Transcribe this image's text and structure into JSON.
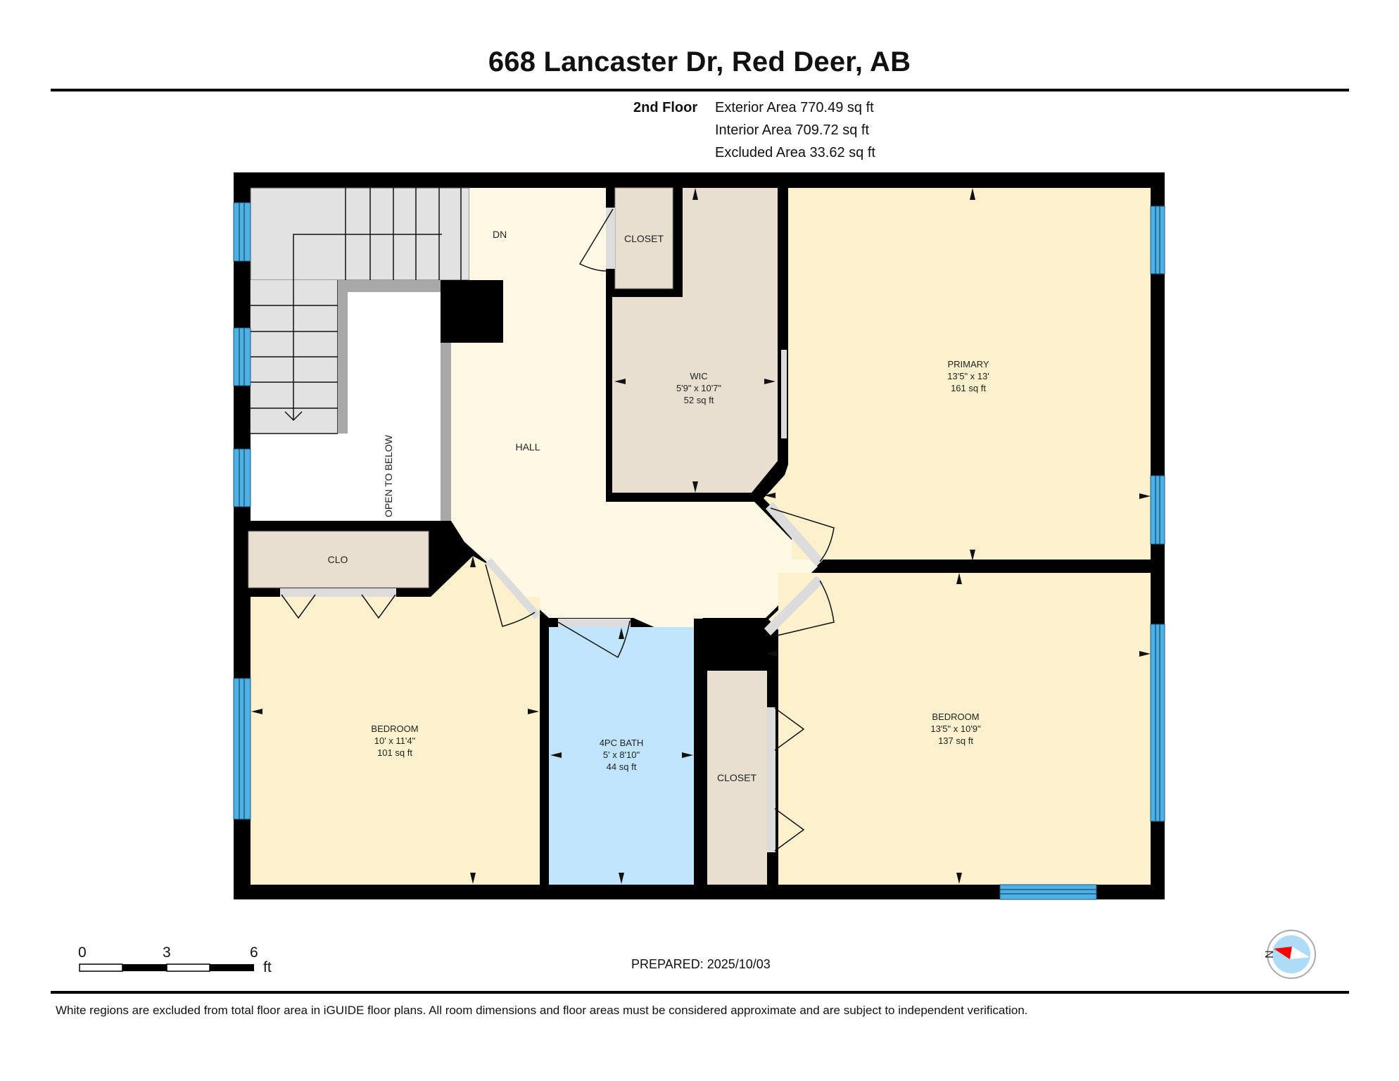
{
  "header": {
    "title": "668 Lancaster Dr, Red Deer, AB"
  },
  "floor_info": {
    "floor_label": "2nd Floor",
    "exterior_area": "Exterior Area 770.49 sq ft",
    "interior_area": "Interior Area 709.72 sq ft",
    "excluded_area": "Excluded Area 33.62 sq ft"
  },
  "rooms": [
    {
      "name": "PRIMARY",
      "dims": "13'5\" x 13'",
      "area": "161 sq ft"
    },
    {
      "name": "WIC",
      "dims": "5'9\" x 10'7\"",
      "area": "52 sq ft"
    },
    {
      "name": "BEDROOM",
      "dims": "10' x 11'4\"",
      "area": "101 sq ft"
    },
    {
      "name": "4PC BATH",
      "dims": "5' x 8'10\"",
      "area": "44 sq ft"
    },
    {
      "name": "BEDROOM",
      "dims": "13'5\" x 10'9\"",
      "area": "137 sq ft"
    }
  ],
  "labels": {
    "hall": "HALL",
    "dn": "DN",
    "open_to_below": "OPEN TO BELOW",
    "closet_top": "CLOSET",
    "clo": "CLO",
    "closet_bottom": "CLOSET"
  },
  "scale_bar": {
    "ticks": [
      "0",
      "3",
      "6"
    ],
    "unit": "ft"
  },
  "prepared": "PREPARED: 2025/10/03",
  "compass": {
    "label": "N"
  },
  "disclaimer": "White regions are excluded from total floor area in iGUIDE floor plans. All room dimensions and floor areas must be considered approximate and are subject to independent verification.",
  "colors": {
    "wall": "#000000",
    "bedroom_fill": "#fdf0cd",
    "hall_fill": "#fef8e4",
    "closet_fill": "#e8dfd1",
    "bath_fill": "#c0e4fb",
    "stair_fill": "#e2e2e2",
    "window": "#4fb0e3",
    "compass_red": "#ff0000"
  }
}
